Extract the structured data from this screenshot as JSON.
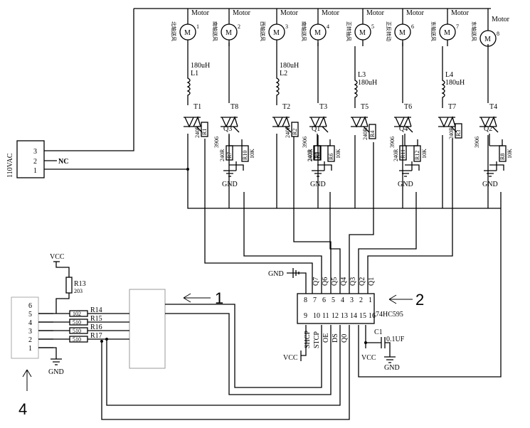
{
  "motors": [
    {
      "label": "Motor",
      "num": "1",
      "note": "北轴送风"
    },
    {
      "label": "Motor",
      "num": "2",
      "note": "南轴送风"
    },
    {
      "label": "Motor",
      "num": "3",
      "note": "西轴送风"
    },
    {
      "label": "Motor",
      "num": "4",
      "note": "南轴送风"
    },
    {
      "label": "Motor",
      "num": "5",
      "note": "正转抽风"
    },
    {
      "label": "Motor",
      "num": "6",
      "note": "正反转动"
    },
    {
      "label": "Motor",
      "num": "7",
      "note": "东轴送风"
    },
    {
      "label": "Motor",
      "num": "8",
      "note": "东轴送风"
    }
  ],
  "motor_symbol": "M",
  "inductors": [
    {
      "name": "L1",
      "value": "180uH"
    },
    {
      "name": "L2",
      "value": "180uH"
    },
    {
      "name": "L3",
      "value": "180uH"
    },
    {
      "name": "L4",
      "value": "180uH"
    }
  ],
  "triacs": [
    "T1",
    "T8",
    "T2",
    "T3",
    "T5",
    "T6",
    "T7",
    "T4"
  ],
  "optos": [
    "Q3",
    "Q1",
    "Q4",
    "Q2"
  ],
  "opto_part": "3906",
  "gate_resistors": [
    {
      "name": "R1",
      "value": "240R"
    },
    {
      "name": "R2",
      "value": "240R"
    },
    {
      "name": "R4",
      "value": "240R"
    },
    {
      "name": "R3",
      "value": "240R"
    },
    {
      "name": "R7",
      "value": "240R"
    },
    {
      "name": "R9",
      "value": "240R"
    },
    {
      "name": "R5",
      "value": "240R"
    },
    {
      "name": "R11",
      "value": "240R"
    }
  ],
  "pulldown_resistors": [
    {
      "name": "R10",
      "value": "10K"
    },
    {
      "name": "R6",
      "value": "10K"
    },
    {
      "name": "R12",
      "value": "10K"
    },
    {
      "name": "R8",
      "value": "10K"
    }
  ],
  "gnd": "GND",
  "vcc": "VCC",
  "ac_connector": {
    "label": "110VAC",
    "pins": [
      "3",
      "2",
      "1"
    ],
    "nc": "NC"
  },
  "ic": {
    "name": "74HC595",
    "top_pins": [
      "8",
      "7",
      "6",
      "5",
      "4",
      "3",
      "2",
      "1"
    ],
    "top_signals": [
      "Q7",
      "Q6",
      "Q5",
      "Q4",
      "Q3",
      "Q2",
      "Q1"
    ],
    "bottom_pins": [
      "9",
      "10",
      "11",
      "12",
      "13",
      "14",
      "15",
      "16"
    ],
    "bottom_signals": [
      "SHCP",
      "STCP",
      "OE",
      "DS",
      "Q0"
    ]
  },
  "capacitor": {
    "name": "C1",
    "value": "0.1UF"
  },
  "pullup": {
    "name": "R13",
    "value": "203"
  },
  "series_resistors": [
    {
      "name": "R14",
      "value": "102"
    },
    {
      "name": "R15",
      "value": "510"
    },
    {
      "name": "R16",
      "value": "510"
    },
    {
      "name": "R17",
      "value": "510"
    }
  ],
  "header": {
    "pins": [
      "6",
      "5",
      "4",
      "3",
      "2",
      "1"
    ]
  },
  "callouts": [
    "1",
    "2",
    "4"
  ]
}
